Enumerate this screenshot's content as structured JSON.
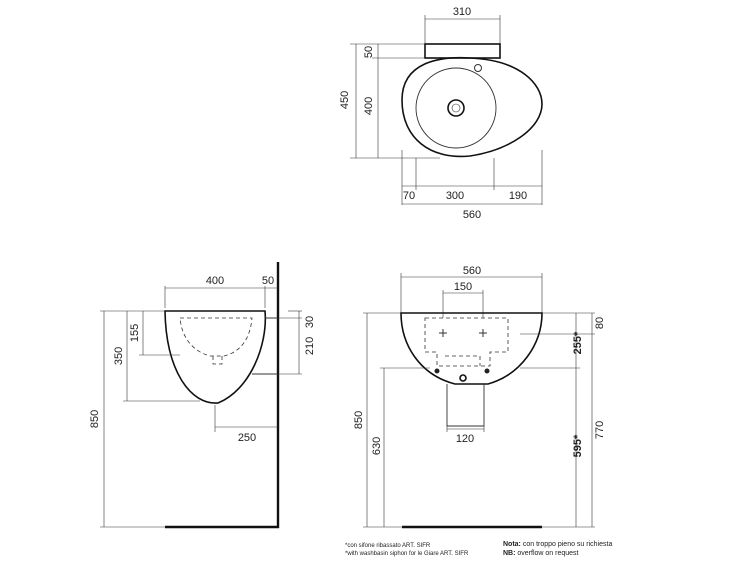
{
  "top_view": {
    "dims": {
      "width_top": "310",
      "depth_total": "450",
      "depth_back": "50",
      "depth_bowl": "400",
      "left_offset": "70",
      "bowl_width": "300",
      "right_offset": "190",
      "total_width": "560"
    }
  },
  "side_view": {
    "dims": {
      "depth": "400",
      "wall_gap": "50",
      "height_total": "850",
      "bowl_height": "350",
      "inner_depth": "155",
      "top_thick": "30",
      "bracket_height": "210",
      "drain_offset": "250"
    }
  },
  "front_view": {
    "dims": {
      "width": "560",
      "tap_spacing": "150",
      "height_total": "850",
      "siphon_height": "630",
      "top_thick": "80",
      "bowl_drop": "255*",
      "floor_to_drain": "595*",
      "floor_to_top": "770",
      "siphon_width": "120"
    }
  },
  "notes": {
    "left_1": "*con sifone ribassato ART. SIFR",
    "left_2": "*with washbasin siphon for le Giare ART. SIFR",
    "right_1_label": "Nota:",
    "right_1_text": " con troppo pieno su richiesta",
    "right_2_label": "NB:",
    "right_2_text": " overflow on request"
  }
}
